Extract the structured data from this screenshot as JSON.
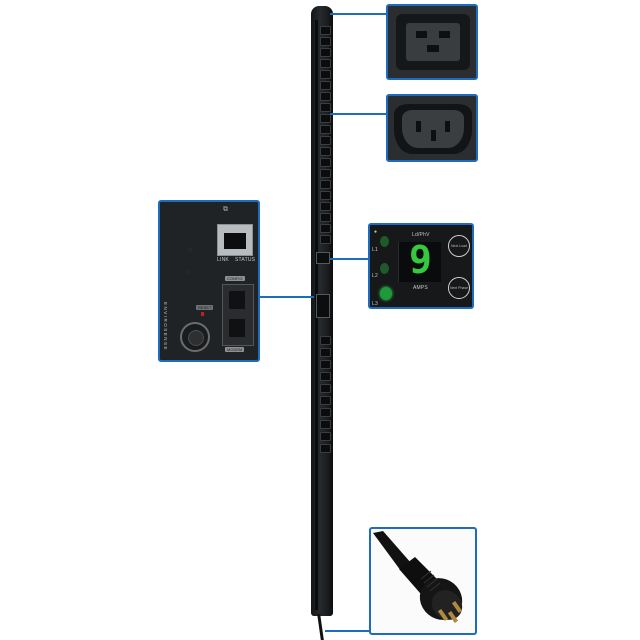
{
  "scene": {
    "subject": "Vertical rack PDU with callout detail views",
    "background_color": "#ffffff",
    "callout_line_color": "#1e6cc0"
  },
  "callouts": {
    "c19_outlet": {
      "name": "C19 outlet"
    },
    "c13_outlet": {
      "name": "C13 outlet"
    },
    "meter_display": {
      "top_label": "Ld/PhV",
      "digit": "9",
      "unit_label": "AMPS",
      "led_labels": [
        "L1",
        "L2",
        "L3"
      ],
      "buttons": [
        {
          "label": "Next Load"
        },
        {
          "label": "Next Phase"
        }
      ],
      "digit_color": "#35c93d"
    },
    "control_panel": {
      "network_icon": "network-icon",
      "rj45_labels": [
        "LINK",
        "STATUS"
      ],
      "config_label": "CONFIG",
      "modem_label": "MODEM",
      "reset_label": "RESET",
      "env_label": "ENVIROSENSE"
    },
    "power_plug": {
      "name": "Locking power plug"
    }
  }
}
